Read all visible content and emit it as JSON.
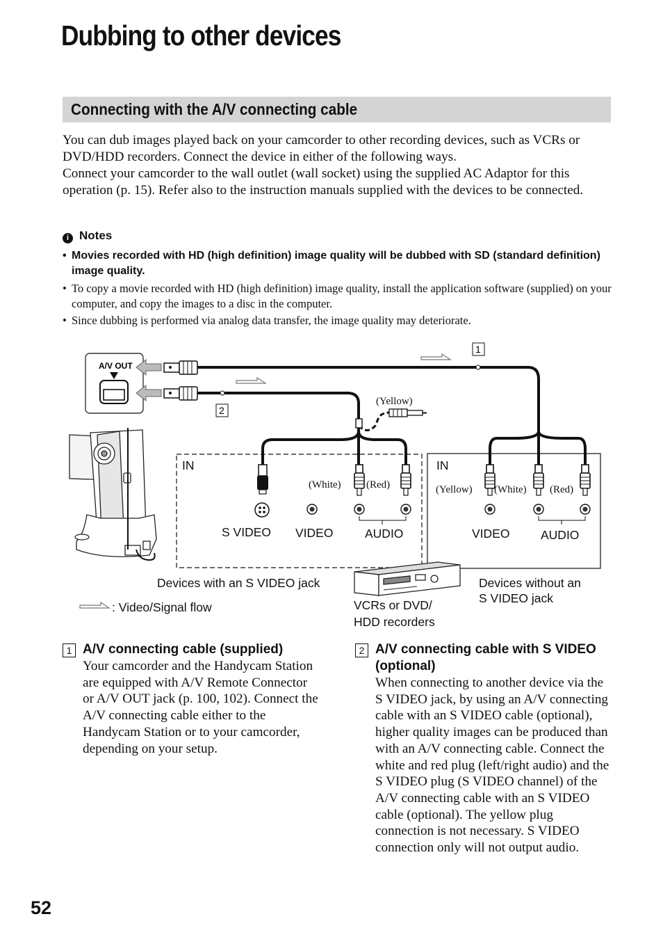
{
  "page": {
    "title": "Dubbing to other devices",
    "section_title": "Connecting with the A/V connecting cable",
    "number": "52"
  },
  "intro": {
    "paragraph1": "You can dub images played back on your camcorder to other recording devices, such as VCRs or DVD/HDD recorders. Connect the device in either of the following ways.",
    "paragraph2": "Connect your camcorder to the wall outlet (wall socket) using the supplied AC Adaptor for this operation (p. 15). Refer also to the instruction manuals supplied with the devices to be connected."
  },
  "notes": {
    "icon": "note-icon",
    "heading": "Notes",
    "items": [
      "Movies recorded with HD (high definition) image quality will be dubbed with SD (standard definition) image quality.",
      "To copy a movie recorded with HD (high definition) image quality, install the application software (supplied) on your computer, and copy the images to a disc in the computer.",
      "Since dubbing is performed via analog data transfer, the image quality may deteriorate."
    ]
  },
  "diagram": {
    "av_out_label": "A/V OUT",
    "cable1_marker": "1",
    "cable2_marker": "2",
    "yellow_plug": "(Yellow)",
    "left_box": {
      "in_label": "IN",
      "white": "(White)",
      "red": "(Red)",
      "s_video": "S VIDEO",
      "video": "VIDEO",
      "audio": "AUDIO"
    },
    "right_box": {
      "in_label": "IN",
      "yellow": "(Yellow)",
      "white": "(White)",
      "red": "(Red)",
      "video": "VIDEO",
      "audio": "AUDIO"
    },
    "caption_s_video": "Devices with an S VIDEO jack",
    "caption_no_s_video": [
      "Devices without an",
      "S VIDEO jack"
    ],
    "caption_recorders": [
      "VCRs or DVD/",
      "HDD recorders"
    ],
    "legend": ": Video/Signal flow"
  },
  "items": [
    {
      "number": "1",
      "title": "A/V connecting cable (supplied)",
      "body": "Your camcorder and the Handycam Station are equipped with A/V Remote Connector or A/V OUT jack (p. 100, 102). Connect the A/V connecting cable either to the Handycam Station or to your camcorder, depending on your setup."
    },
    {
      "number": "2",
      "title": "A/V connecting cable with S VIDEO (optional)",
      "body": "When connecting to another device via the S VIDEO jack, by using an A/V connecting cable with an S VIDEO cable (optional), higher quality images can be produced than with an A/V connecting cable. Connect the white and red plug (left/right audio) and the S VIDEO plug (S VIDEO channel) of the A/V connecting cable with an S VIDEO cable (optional). The yellow plug connection is not necessary. S VIDEO connection only will not output audio."
    }
  ]
}
